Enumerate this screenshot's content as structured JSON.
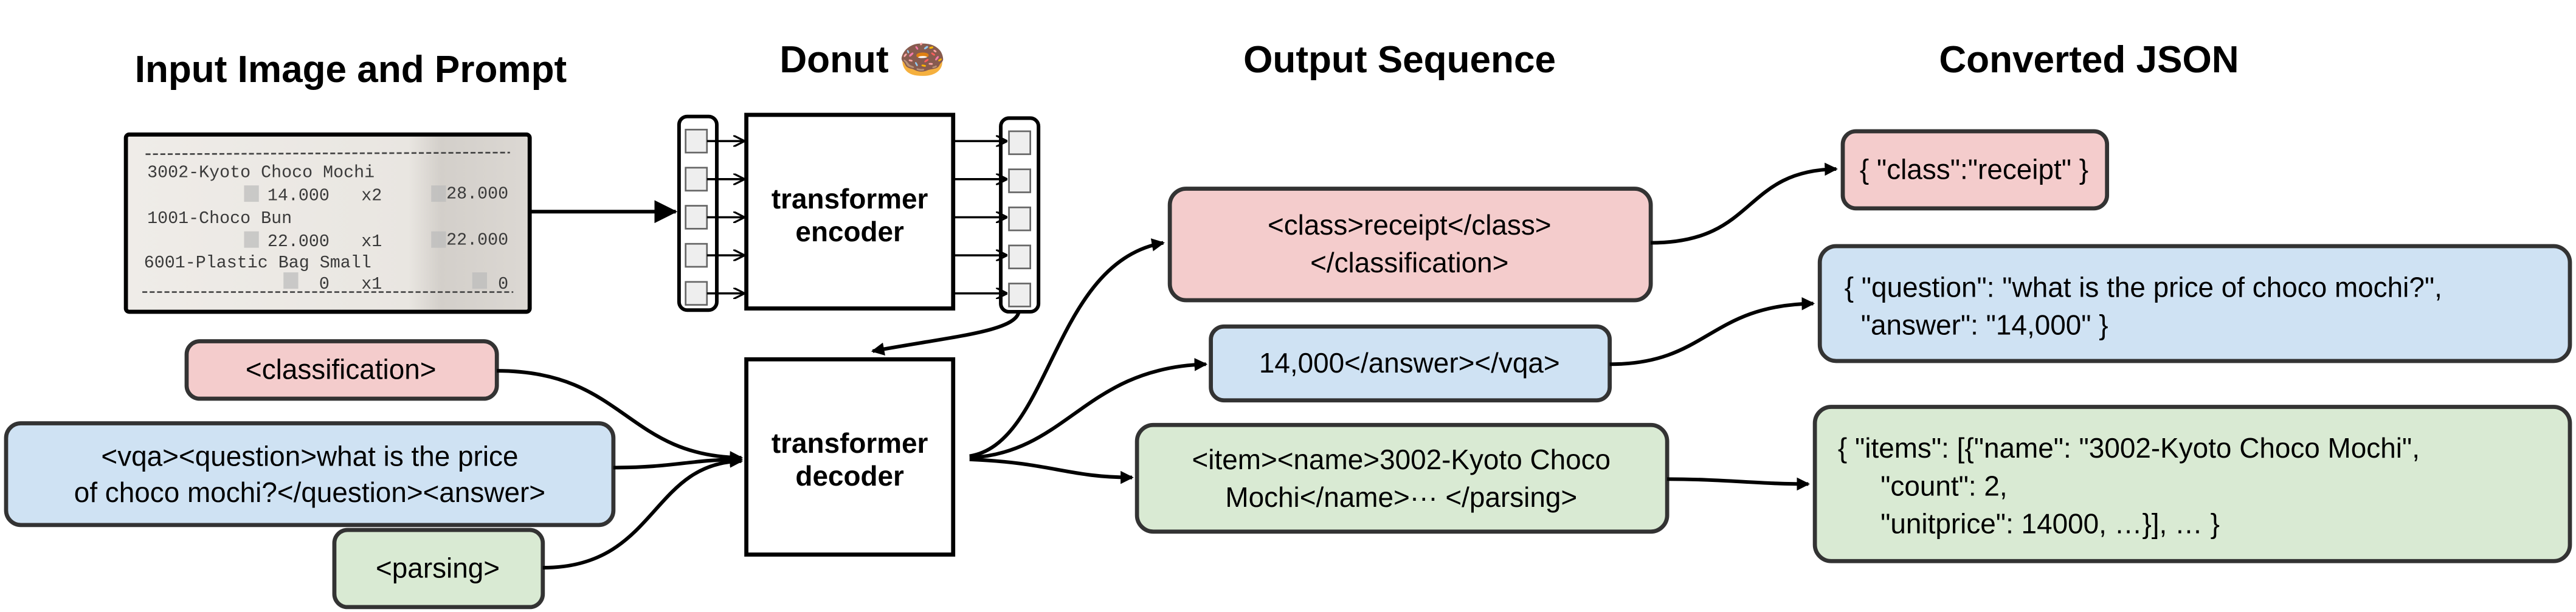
{
  "titles": {
    "input": "Input Image and Prompt",
    "donut": "Donut 🍩",
    "output": "Output Sequence",
    "json": "Converted JSON"
  },
  "receipt": {
    "lines": [
      "3002-Kyoto Choco Mochi",
      "14.000",
      "x2",
      "28.000",
      "1001-Choco Bun",
      "22.000",
      "x1",
      "22.000",
      "6001-Plastic Bag Small",
      "0",
      "x1",
      "0"
    ]
  },
  "model": {
    "encoder": [
      "transformer",
      "encoder"
    ],
    "decoder": [
      "transformer",
      "decoder"
    ]
  },
  "prompts": {
    "classification": "<classification>",
    "vqa": [
      "<vqa><question>what is the price",
      "of choco mochi?</question><answer>"
    ],
    "parsing": "<parsing>"
  },
  "outputs": {
    "classification": [
      "<class>receipt</class>",
      "</classification>"
    ],
    "vqa": "14,000</answer></vqa>",
    "parsing": [
      "<item><name>3002-Kyoto Choco",
      "Mochi</name>··· </parsing>"
    ]
  },
  "json_outputs": {
    "classification": "{ \"class\":\"receipt\" }",
    "vqa": [
      "{ \"question\": \"what is the price of choco mochi?\",",
      "\"answer\": \"14,000\" }"
    ],
    "parsing": [
      "{ \"items\": [{\"name\": \"3002-Kyoto Choco Mochi\",",
      "\"count\": 2,",
      "\"unitprice\": 14000, …}], … }"
    ]
  },
  "colors": {
    "classification": "#f4cccc",
    "vqa": "#cfe2f3",
    "parsing": "#d9ead3",
    "token": "#eeeeee"
  }
}
